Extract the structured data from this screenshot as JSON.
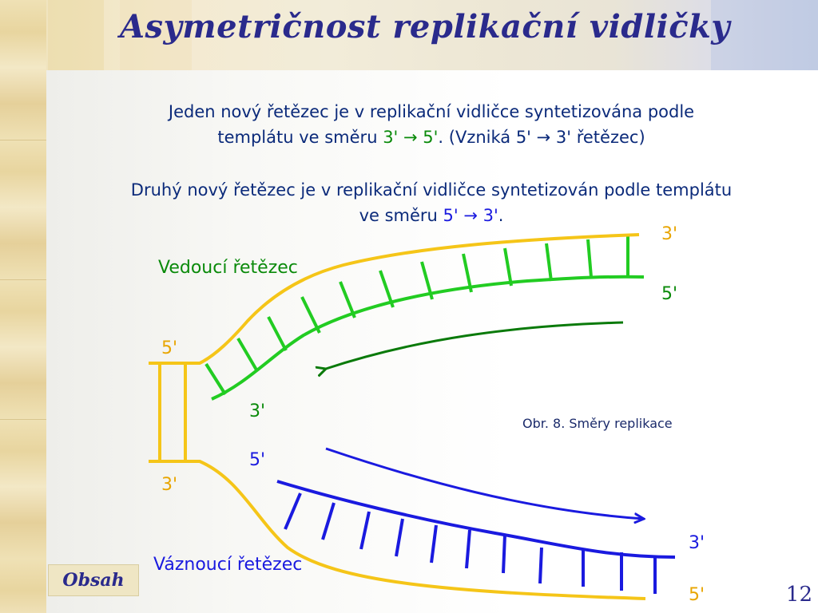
{
  "slide": {
    "title": "Asymetričnost replikační vidličky",
    "page_number": "12",
    "nav_button": "Obsah"
  },
  "text": {
    "p1_line1": "Jeden nový řetězec je v replikační vidličce syntetizována podle",
    "p1_line2_pre": "templátu ve směru ",
    "p1_line2_dir": "3' → 5'",
    "p1_line2_post": ". (Vzniká 5' → 3' řetězec)",
    "p2_line1": "Druhý nový řetězec je v replikační vidličce syntetizován podle templátu",
    "p2_line2_pre": "ve směru ",
    "p2_line2_dir": "5' → 3'",
    "p2_line2_post": "."
  },
  "diagram": {
    "leading_label": "Vedoucí řetězec",
    "lagging_label": "Váznoucí řetězec",
    "caption": "Obr. 8. Směry replikace",
    "end_labels": {
      "top_right_3": "3'",
      "top_right_5": "5'",
      "left_top_5": "5'",
      "left_bottom_3": "3'",
      "mid_3": "3'",
      "mid_5": "5'",
      "bottom_right_3": "3'",
      "bottom_right_5": "5'"
    }
  },
  "colors": {
    "template": "#f5c518",
    "leading": "#22cc22",
    "lagging": "#1a1adf",
    "arrow_green": "#0a7a0a",
    "arrow_blue": "#1a1adf",
    "title": "#2a2a8c",
    "body_text": "#0b2a7a"
  }
}
